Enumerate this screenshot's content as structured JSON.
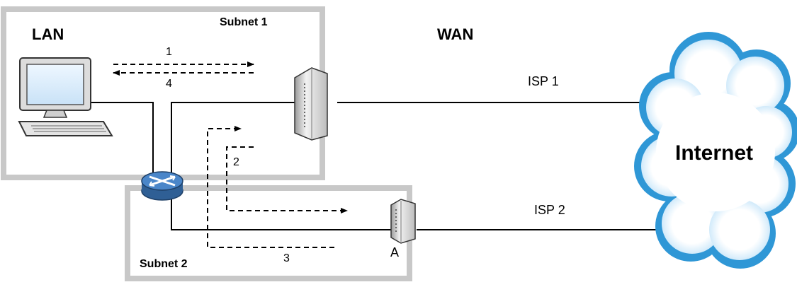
{
  "labels": {
    "lan": "LAN",
    "wan": "WAN",
    "subnet1": "Subnet 1",
    "subnet2": "Subnet 2",
    "isp1": "ISP 1",
    "isp2": "ISP 2",
    "internet": "Internet",
    "router_a": "A",
    "step1": "1",
    "step2": "2",
    "step3": "3",
    "step4": "4"
  },
  "colors": {
    "subnet_border": "#c8c8c8",
    "cloud_outer": "#2f97d6",
    "cloud_inner": "#d8eefa",
    "switch_fill": "#4a86c9",
    "line": "#000000"
  },
  "icons": {
    "computer": "computer-icon",
    "switch": "switch-icon",
    "router1": "router-icon",
    "router2": "router-icon",
    "cloud": "cloud-icon"
  }
}
